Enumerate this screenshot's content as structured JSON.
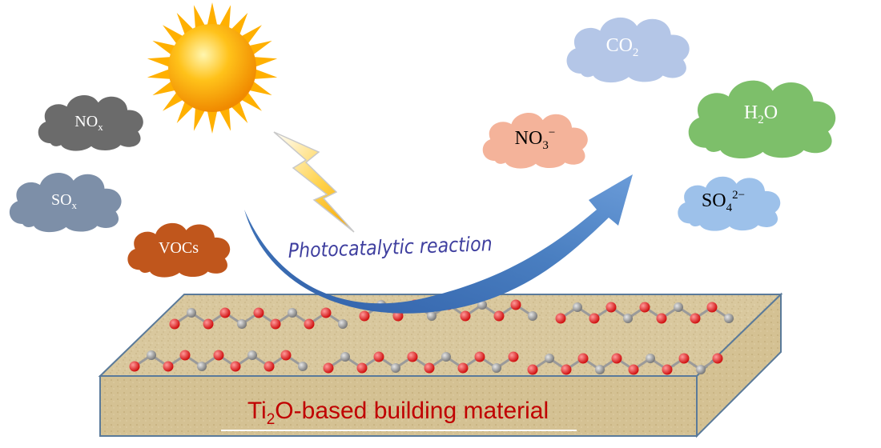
{
  "pollutants": {
    "nox": {
      "main": "NO",
      "sub": "x",
      "color": "#6b6b6b"
    },
    "sox": {
      "main": "SO",
      "sub": "x",
      "color": "#7d8fa8"
    },
    "vocs": {
      "label": "VOCs",
      "color": "#c0561c"
    }
  },
  "products": {
    "co2": {
      "main": "CO",
      "sub": "2",
      "color": "#b4c6e7"
    },
    "h2o": {
      "main": "H",
      "sub": "2",
      "tail": "O",
      "color": "#7dbf6a"
    },
    "no3": {
      "main": "NO",
      "sub": "3",
      "sup": "−",
      "color": "#f4b39a"
    },
    "so4": {
      "main": "SO",
      "sub": "4",
      "sup": "2−",
      "color": "#9dc1ea"
    }
  },
  "reaction": {
    "label": "Photocatalytic reaction",
    "arrow_color": "#4a7fc1"
  },
  "material": {
    "label_pre": "Ti",
    "label_sub": "2",
    "label_mid": "O",
    "label_post": "-based building material",
    "label_color": "#c00000",
    "surface_color": "#d9c89e"
  },
  "icons": [
    "sun-icon",
    "lightning-bolt-icon",
    "reaction-arrow-icon",
    "tio2-molecule-icon"
  ]
}
